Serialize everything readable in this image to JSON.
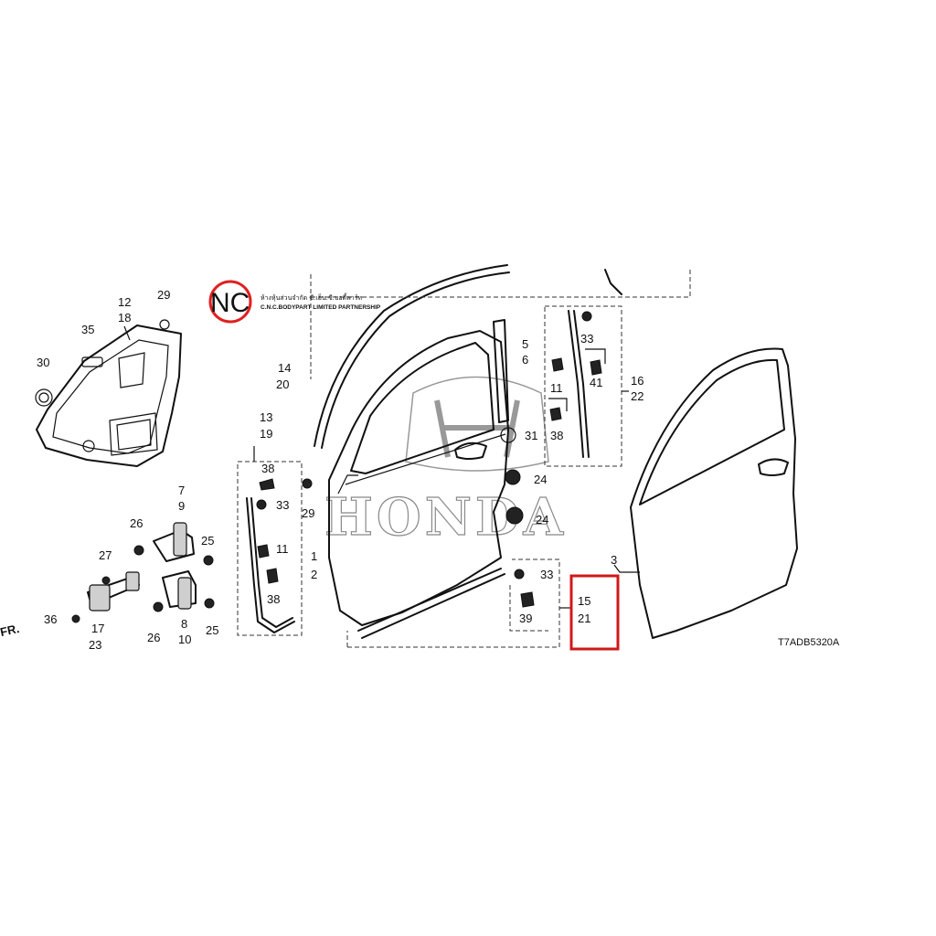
{
  "logo": {
    "letters": "NC",
    "thai_name": "ห้างหุ้นส่วนจำกัด ซี.เอ็น.ซี.บอดี้พาร์ท",
    "english_name": "C.N.C.BODYPART LIMITED PARTNERSHIP",
    "ring_color": "#e02020"
  },
  "watermark": {
    "text": "HONDA"
  },
  "diagram_code": "T7ADB5320A",
  "direction_marker": "FR.",
  "highlight": {
    "labels": [
      "15",
      "21"
    ],
    "color": "#d01818"
  },
  "callouts": {
    "c1": "1",
    "c2": "2",
    "c3": "3",
    "c5": "5",
    "c6": "6",
    "c7": "7",
    "c8": "8",
    "c9": "9",
    "c10": "10",
    "c11a": "11",
    "c11b": "11",
    "c12": "12",
    "c13": "13",
    "c14": "14",
    "c16": "16",
    "c17": "17",
    "c18": "18",
    "c19": "19",
    "c20": "20",
    "c22": "22",
    "c23": "23",
    "c24a": "24",
    "c24b": "24",
    "c25a": "25",
    "c25b": "25",
    "c26a": "26",
    "c26b": "26",
    "c27": "27",
    "c29a": "29",
    "c29b": "29",
    "c30": "30",
    "c31": "31",
    "c33a": "33",
    "c33b": "33",
    "c33c": "33",
    "c35": "35",
    "c36": "36",
    "c38a": "38",
    "c38b": "38",
    "c38c": "38",
    "c39": "39",
    "c41": "41"
  }
}
